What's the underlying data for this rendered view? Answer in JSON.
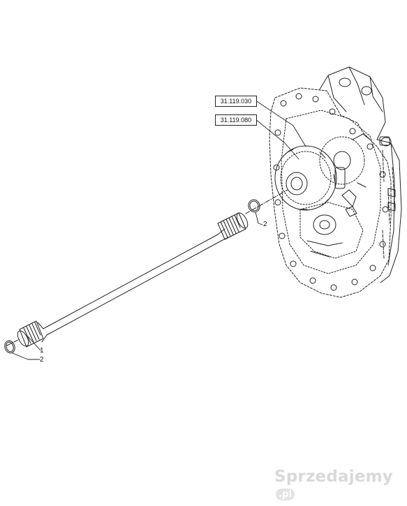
{
  "refs": {
    "top": "31.119.030",
    "bottom": "31.119.080"
  },
  "callouts": {
    "shaft": "1",
    "ring_left": "2",
    "ring_right": "2"
  },
  "watermark": {
    "brand": "Sprzedajemy",
    "tld": ".pl"
  },
  "colors": {
    "line": "#222222",
    "watermark": "#d9d9d9"
  }
}
